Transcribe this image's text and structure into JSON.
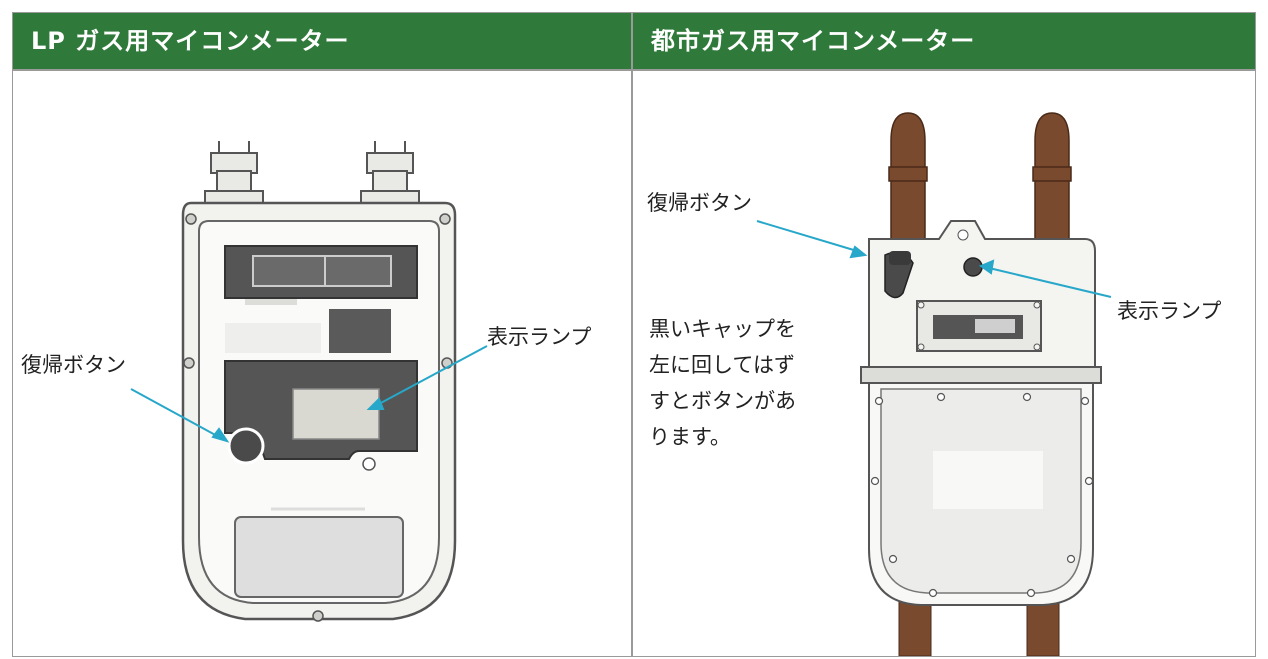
{
  "panels": [
    {
      "title": "LP ガス用マイコンメーター",
      "labels": {
        "reset_button": "復帰ボタン",
        "display_lamp": "表示ランプ"
      }
    },
    {
      "title": "都市ガス用マイコンメーター",
      "labels": {
        "reset_button": "復帰ボタン",
        "display_lamp": "表示ランプ"
      },
      "note_lines": [
        "黒いキャップを",
        "左に回してはず",
        "すとボタンがあ",
        "ります。"
      ]
    }
  ],
  "colors": {
    "header_bg": "#2f7a3a",
    "arrow": "#27a7c9",
    "pipe": "#7a4a2e"
  }
}
